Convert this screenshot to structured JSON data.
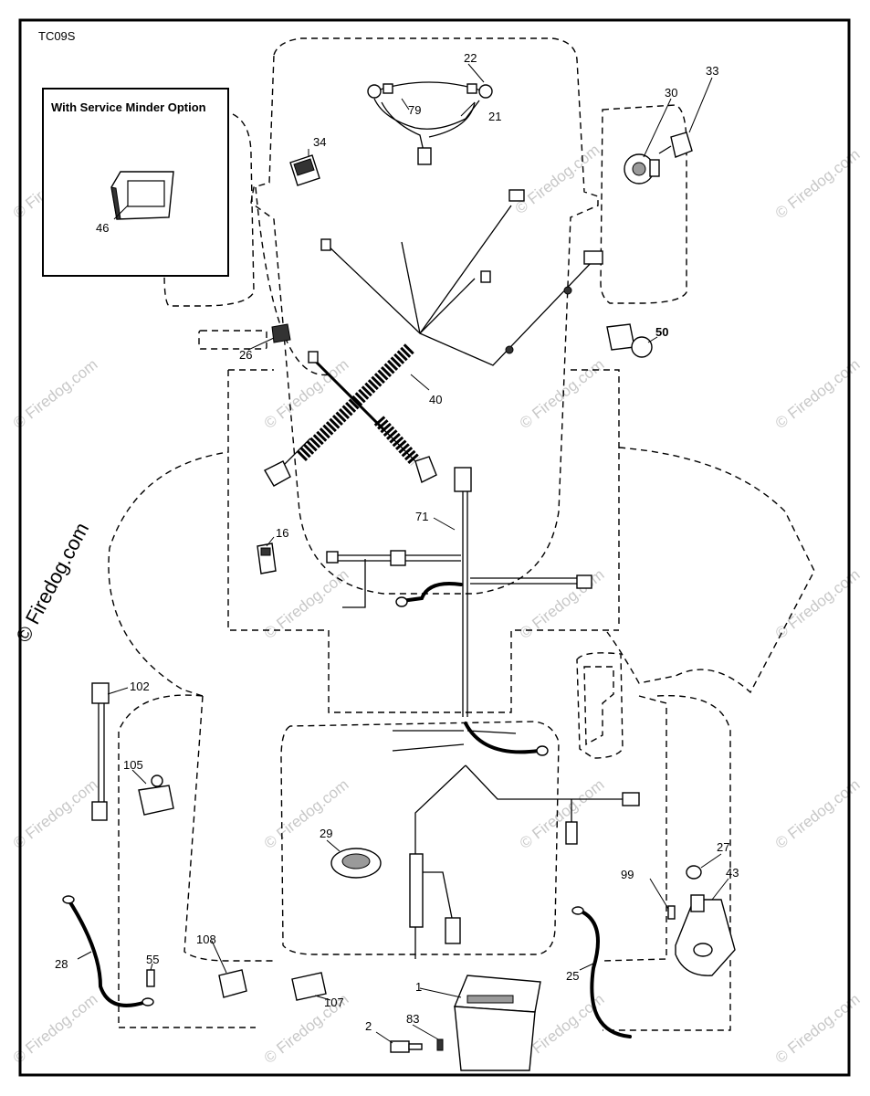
{
  "diagram_code": "TC09S",
  "inset_title": "With Service Minder Option",
  "watermark": "© Firedog.com",
  "watermark_side": "© Firedog.com",
  "callouts": [
    {
      "id": "22",
      "label": "22"
    },
    {
      "id": "79",
      "label": "79"
    },
    {
      "id": "21",
      "label": "21"
    },
    {
      "id": "33",
      "label": "33"
    },
    {
      "id": "30",
      "label": "30"
    },
    {
      "id": "34",
      "label": "34"
    },
    {
      "id": "46",
      "label": "46"
    },
    {
      "id": "26",
      "label": "26"
    },
    {
      "id": "50",
      "label": "50"
    },
    {
      "id": "40",
      "label": "40"
    },
    {
      "id": "16",
      "label": "16"
    },
    {
      "id": "71",
      "label": "71"
    },
    {
      "id": "102",
      "label": "102"
    },
    {
      "id": "105",
      "label": "105"
    },
    {
      "id": "29",
      "label": "29"
    },
    {
      "id": "27",
      "label": "27"
    },
    {
      "id": "43",
      "label": "43"
    },
    {
      "id": "99",
      "label": "99"
    },
    {
      "id": "28",
      "label": "28"
    },
    {
      "id": "55",
      "label": "55"
    },
    {
      "id": "108",
      "label": "108"
    },
    {
      "id": "107",
      "label": "107"
    },
    {
      "id": "1",
      "label": "1"
    },
    {
      "id": "25",
      "label": "25"
    },
    {
      "id": "2",
      "label": "2"
    },
    {
      "id": "83",
      "label": "83"
    }
  ]
}
